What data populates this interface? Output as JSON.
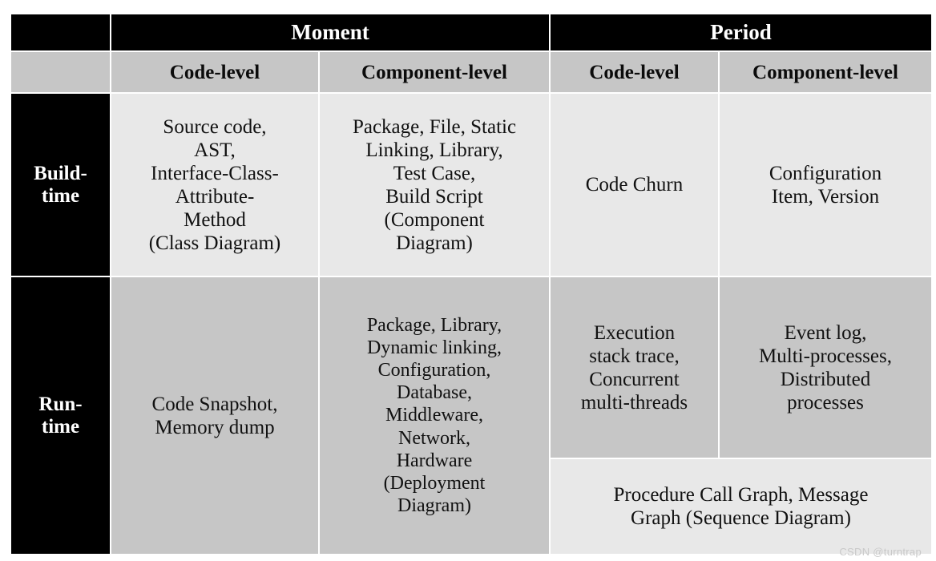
{
  "table": {
    "group_headers": [
      {
        "label": "",
        "span": 1
      },
      {
        "label": "Moment",
        "span": 2
      },
      {
        "label": "Period",
        "span": 2
      }
    ],
    "sub_headers": [
      "",
      "Code-level",
      "Component-level",
      "Code-level",
      "Component-level"
    ],
    "rows": [
      {
        "label": "Build-\ntime",
        "cells": {
          "moment_code_level": "Source code,\nAST,\nInterface-Class-\nAttribute-\nMethod\n(Class Diagram)",
          "moment_component_level": "Package, File, Static\nLinking, Library,\nTest Case,\nBuild Script\n(Component\nDiagram)",
          "period_code_level": "Code Churn",
          "period_component_level": "Configuration\nItem, Version"
        }
      },
      {
        "label": "Run-\ntime",
        "cells": {
          "moment_code_level": "Code Snapshot,\nMemory dump",
          "moment_component_level": "Package, Library,\nDynamic  linking,\nConfiguration,\nDatabase,\nMiddleware,\nNetwork,\nHardware\n(Deployment\nDiagram)",
          "period_code_level": "Execution\nstack trace,\nConcurrent\nmulti-threads",
          "period_component_level": "Event log,\nMulti-processes,\nDistributed\nprocesses",
          "period_spanning": "Procedure Call Graph, Message\nGraph (Sequence Diagram)"
        }
      }
    ]
  },
  "watermark": "CSDN @turntrap",
  "colors": {
    "header_bg": "#000000",
    "header_text": "#ffffff",
    "subheader_bg": "#c6c6c6",
    "body_light_bg": "#e8e8e8",
    "body_dark_bg": "#c6c6c6",
    "body_text": "#111111",
    "page_bg": "#ffffff"
  }
}
